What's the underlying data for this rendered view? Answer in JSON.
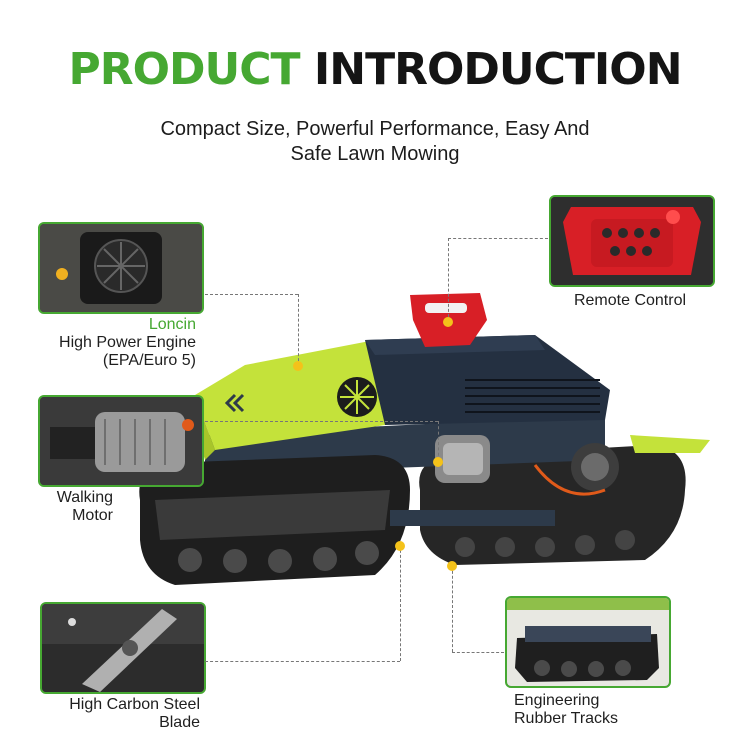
{
  "header": {
    "title_highlight": "PRODUCT",
    "title_rest": "INTRODUCTION",
    "subtitle_line1": "Compact Size, Powerful Performance, Easy And",
    "subtitle_line2": "Safe Lawn Mowing"
  },
  "callouts": {
    "engine": {
      "brand": "Loncin",
      "line1": "High Power Engine",
      "line2": "(EPA/Euro 5)"
    },
    "remote": {
      "line1": "Remote Control"
    },
    "motor": {
      "line1": "Walking",
      "line2": "Motor"
    },
    "blade": {
      "line1": "High Carbon Steel",
      "line2": "Blade"
    },
    "tracks": {
      "line1": "Engineering",
      "line2": "Rubber Tracks"
    }
  },
  "colors": {
    "brand_green": "#46a832",
    "mower_green": "#c4e23a",
    "marker_yellow": "#f4c21a"
  }
}
